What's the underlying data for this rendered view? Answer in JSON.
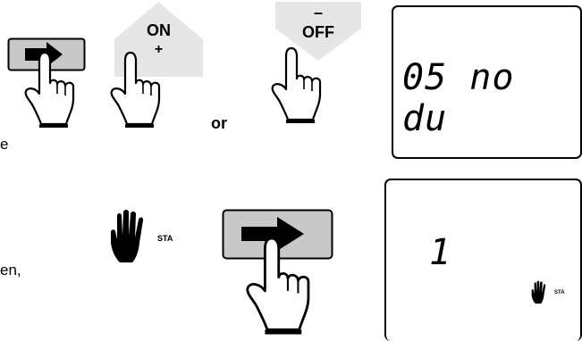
{
  "row1": {
    "or_label": "or",
    "partial_label": "e",
    "on_button": {
      "top": "ON",
      "bottom": "+"
    },
    "off_button": {
      "top": "–",
      "bottom": "OFF"
    },
    "display_text": "05 no du",
    "icon_next": "arrow-right-icon",
    "icon_hand": "pointing-hand-icon"
  },
  "row2": {
    "partial_label": "en,",
    "sta_label": "STA",
    "display_text": "1",
    "display_sta_label": "STA",
    "icon_manual": "manual-hand-icon"
  },
  "colors": {
    "ink": "#000000",
    "button_fill": "#e6e6e6",
    "arrow_button_fill": "#c8c8c8"
  }
}
